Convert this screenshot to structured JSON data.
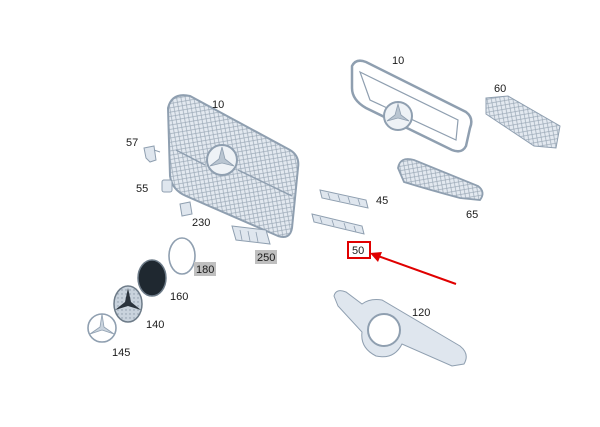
{
  "diagram": {
    "callouts": {
      "grille_main": "10",
      "grille_frame": "10",
      "lower_mesh": "60",
      "clip_57": "57",
      "clip_55": "55",
      "clip_230": "230",
      "insert_45": "45",
      "insert_50": "50",
      "lower_grille_65": "65",
      "cover_250": "250",
      "ring_180": "180",
      "emblem_160": "160",
      "star_140": "140",
      "star_145": "145",
      "trim_120": "120"
    },
    "highlight": {
      "target": "50",
      "box_color": "#e00000",
      "arrow_color": "#e00000"
    }
  }
}
